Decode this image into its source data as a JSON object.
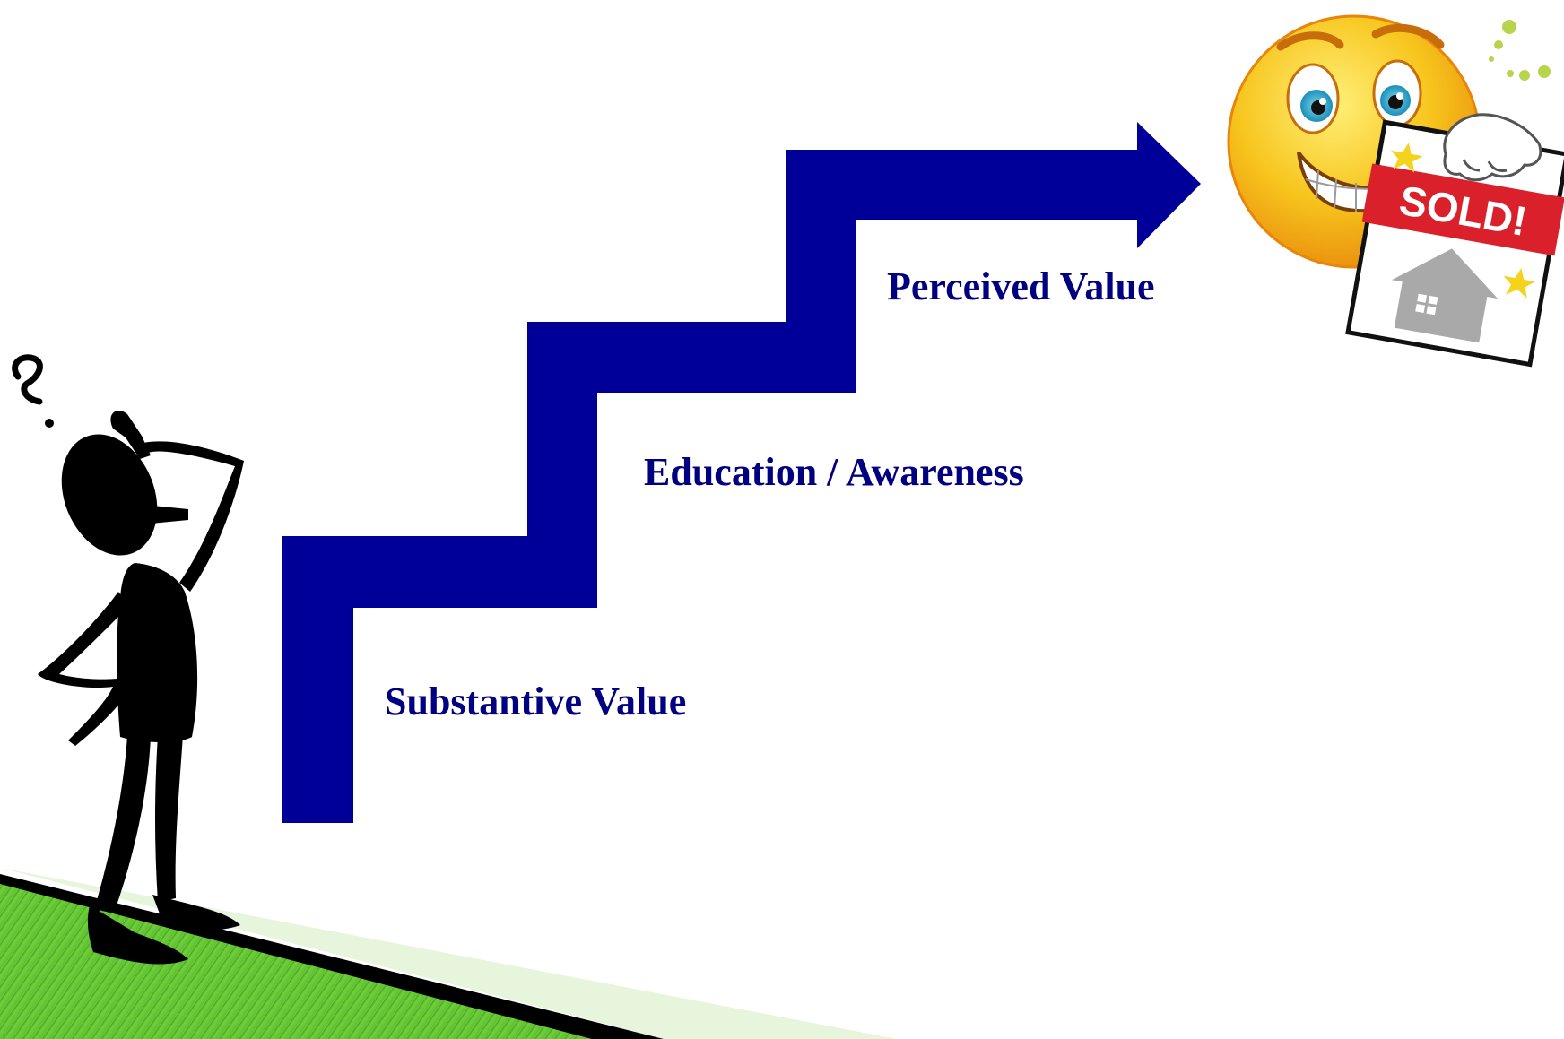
{
  "steps": [
    {
      "label": "Substantive Value"
    },
    {
      "label": "Education / Awareness"
    },
    {
      "label": "Perceived Value"
    }
  ],
  "sign": {
    "text": "SOLD!"
  },
  "colors": {
    "staircase": "#000099",
    "label_text": "#000080",
    "slope_green": "#5fbf2e",
    "slope_light": "#e6f5dc",
    "slope_edge": "#000000",
    "smiley_face": "#f7c51d",
    "sign_banner": "#d9202b"
  },
  "icons": {
    "left_figure": "confused-thinking-figure-icon",
    "question_mark": "question-mark-icon",
    "right_figure": "smiley-holding-sold-sign-icon",
    "house": "house-icon",
    "stars": "star-icon",
    "sparkle": "sparkle-dots-icon"
  }
}
